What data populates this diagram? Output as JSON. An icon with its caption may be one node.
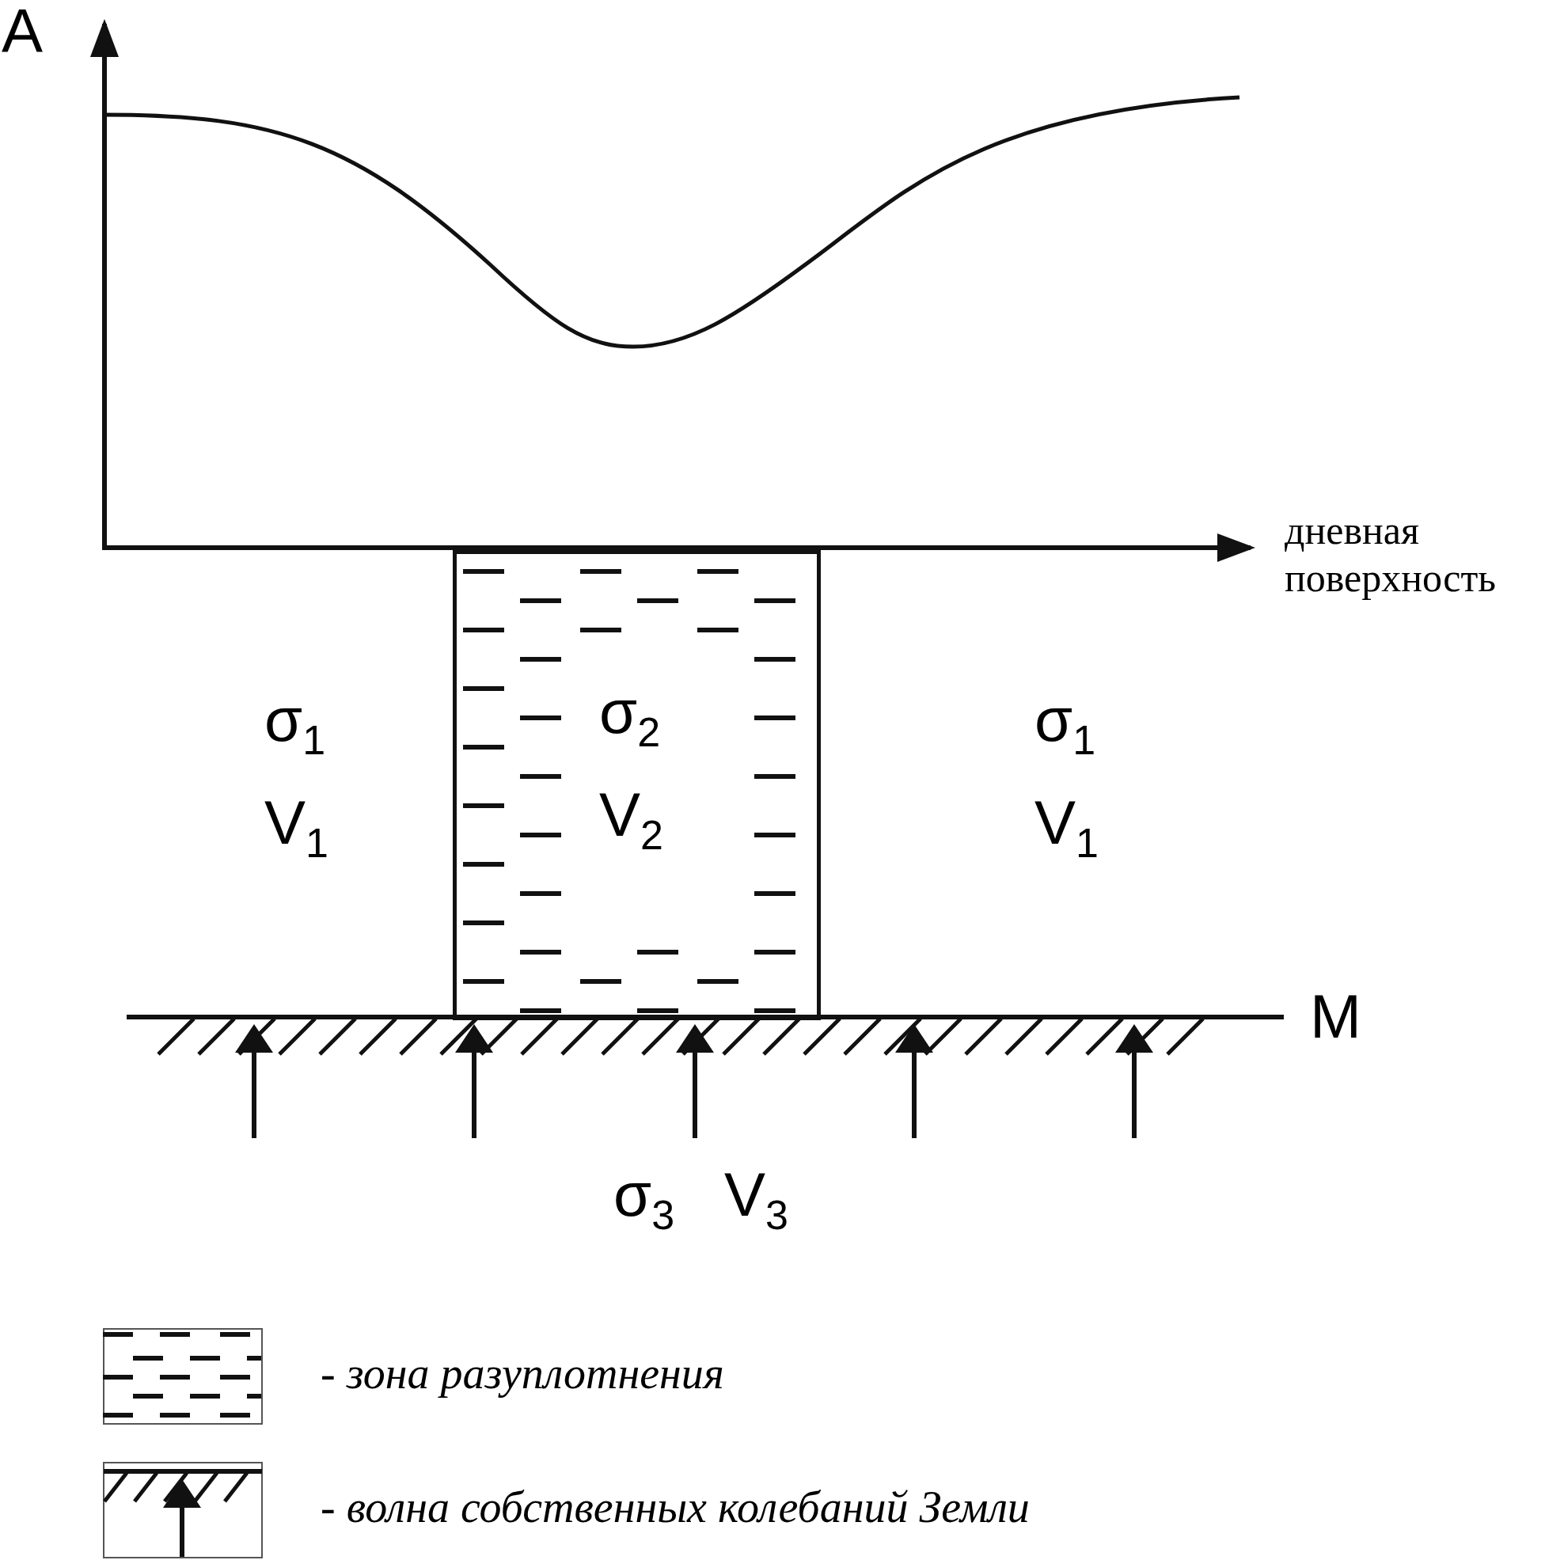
{
  "diagram": {
    "nodes": [
      {
        "text": [
          "σ$_{2}$",
          "V$_{2}$"
        ]
      }
    ],
    "edges": [],
    "labels": [
      "A",
      "дневная поверхность",
      "σ$_{1}$",
      "V$_{1}$",
      "σ$_{1}$",
      "V$_{1}$",
      "M",
      "σ$_{3}$",
      "V$_{3}$"
    ],
    "legend": [
      {
        "text": "- зона разуплотнения"
      },
      {
        "text": "-  волна собственных колебаний Земли"
      }
    ]
  }
}
